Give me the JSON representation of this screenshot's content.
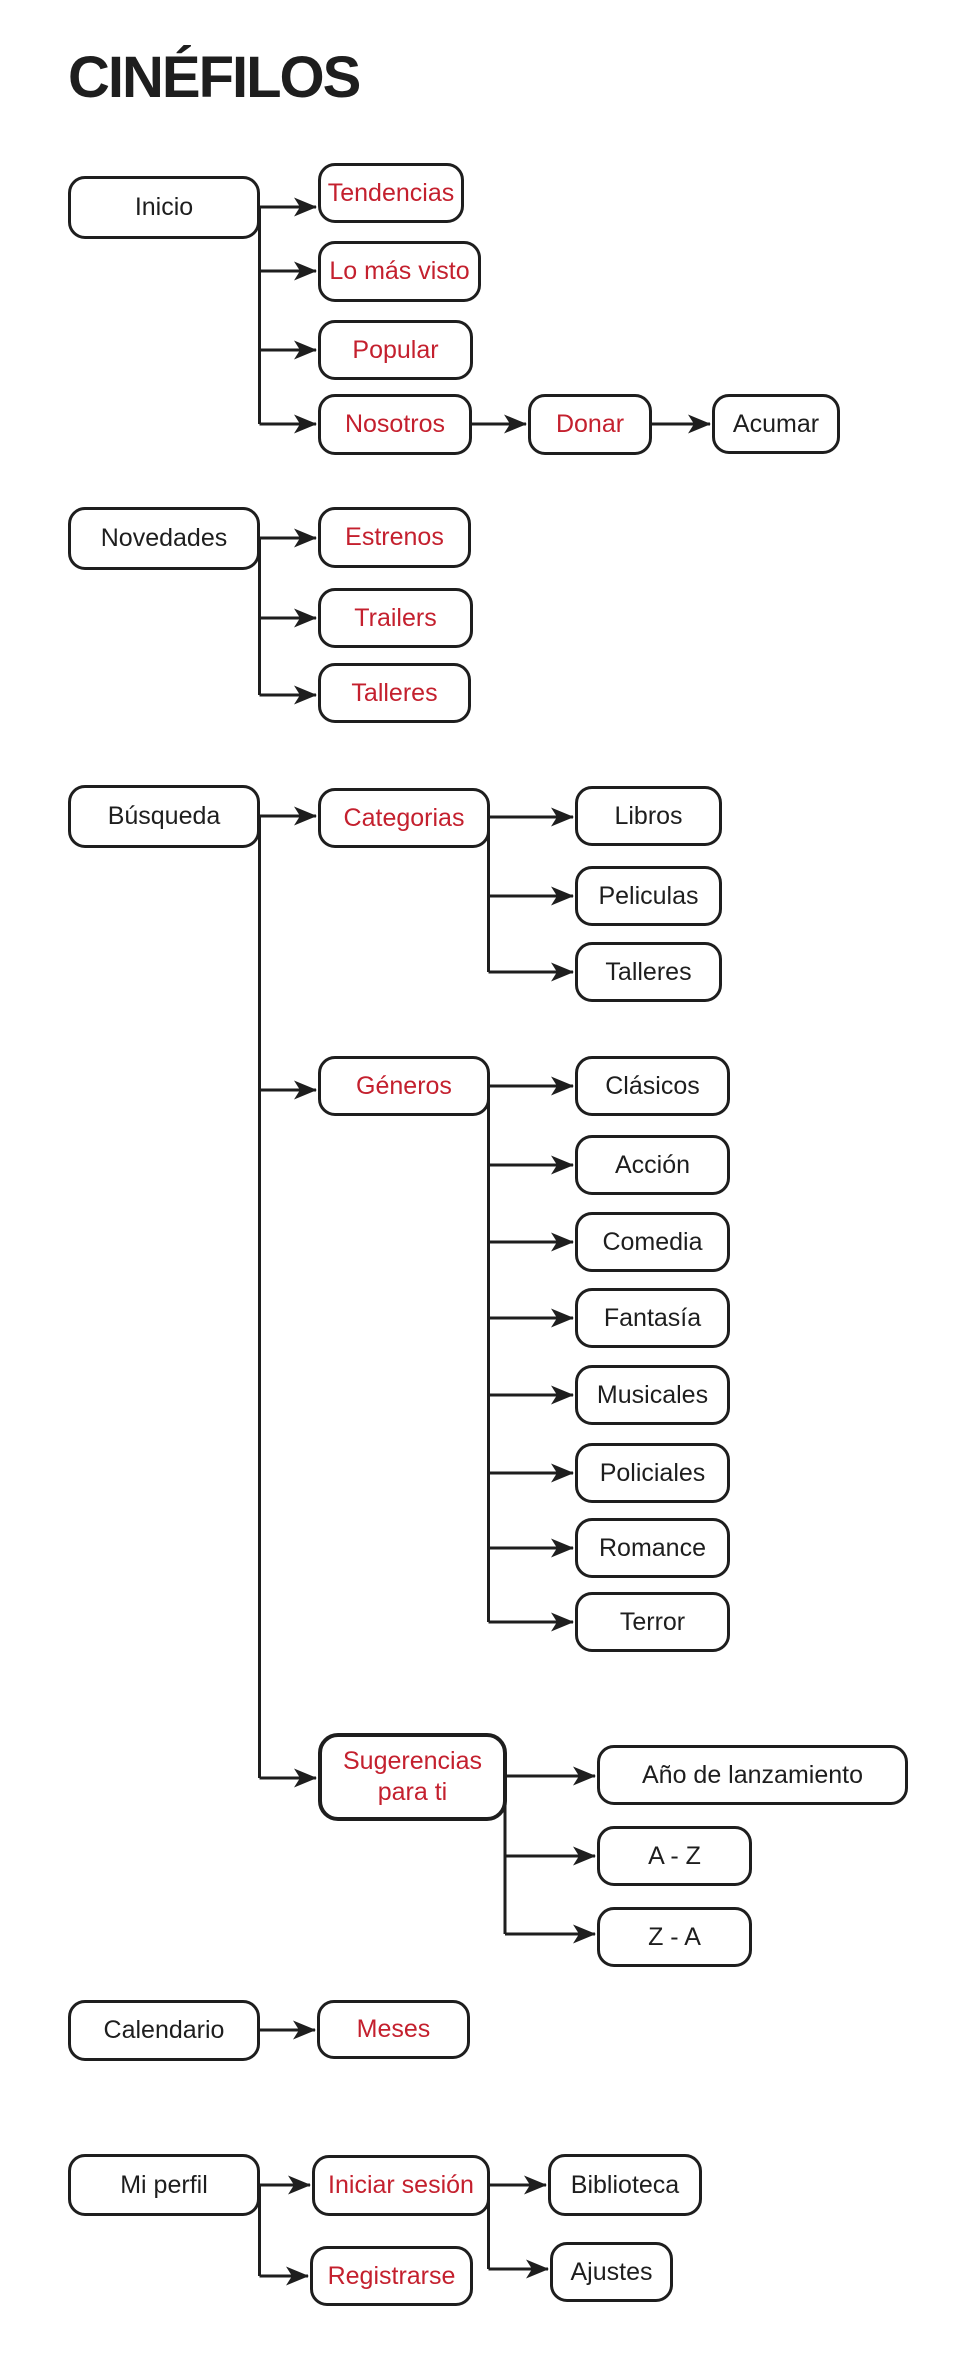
{
  "title": "CINÉFILOS",
  "colors": {
    "background": "#FFFFFF",
    "ink": "#1E1E1E",
    "accent_red": "#C4202E"
  },
  "nodes": {
    "inicio": {
      "label": "Inicio"
    },
    "tendencias": {
      "label": "Tendencias"
    },
    "lo_mas_visto": {
      "label": "Lo más visto"
    },
    "popular": {
      "label": "Popular"
    },
    "nosotros": {
      "label": "Nosotros"
    },
    "donar": {
      "label": "Donar"
    },
    "acumar": {
      "label": "Acumar"
    },
    "novedades": {
      "label": "Novedades"
    },
    "estrenos": {
      "label": "Estrenos"
    },
    "trailers": {
      "label": "Trailers"
    },
    "talleres_novedades": {
      "label": "Talleres"
    },
    "busqueda": {
      "label": "Búsqueda"
    },
    "categorias": {
      "label": "Categorias"
    },
    "libros": {
      "label": "Libros"
    },
    "peliculas": {
      "label": "Peliculas"
    },
    "talleres_categorias": {
      "label": "Talleres"
    },
    "generos": {
      "label": "Géneros"
    },
    "clasicos": {
      "label": "Clásicos"
    },
    "accion": {
      "label": "Acción"
    },
    "comedia": {
      "label": "Comedia"
    },
    "fantasia": {
      "label": "Fantasía"
    },
    "musicales": {
      "label": "Musicales"
    },
    "policiales": {
      "label": "Policiales"
    },
    "romance": {
      "label": "Romance"
    },
    "terror": {
      "label": "Terror"
    },
    "sugerencias": {
      "label": "Sugerencias para ti"
    },
    "anio_lanzamiento": {
      "label": "Año de lanzamiento"
    },
    "a_z": {
      "label": "A - Z"
    },
    "z_a": {
      "label": "Z - A"
    },
    "calendario": {
      "label": "Calendario"
    },
    "meses": {
      "label": "Meses"
    },
    "mi_perfil": {
      "label": "Mi perfil"
    },
    "iniciar_sesion": {
      "label": "Iniciar sesión"
    },
    "biblioteca": {
      "label": "Biblioteca"
    },
    "registrarse": {
      "label": "Registrarse"
    },
    "ajustes": {
      "label": "Ajustes"
    }
  }
}
